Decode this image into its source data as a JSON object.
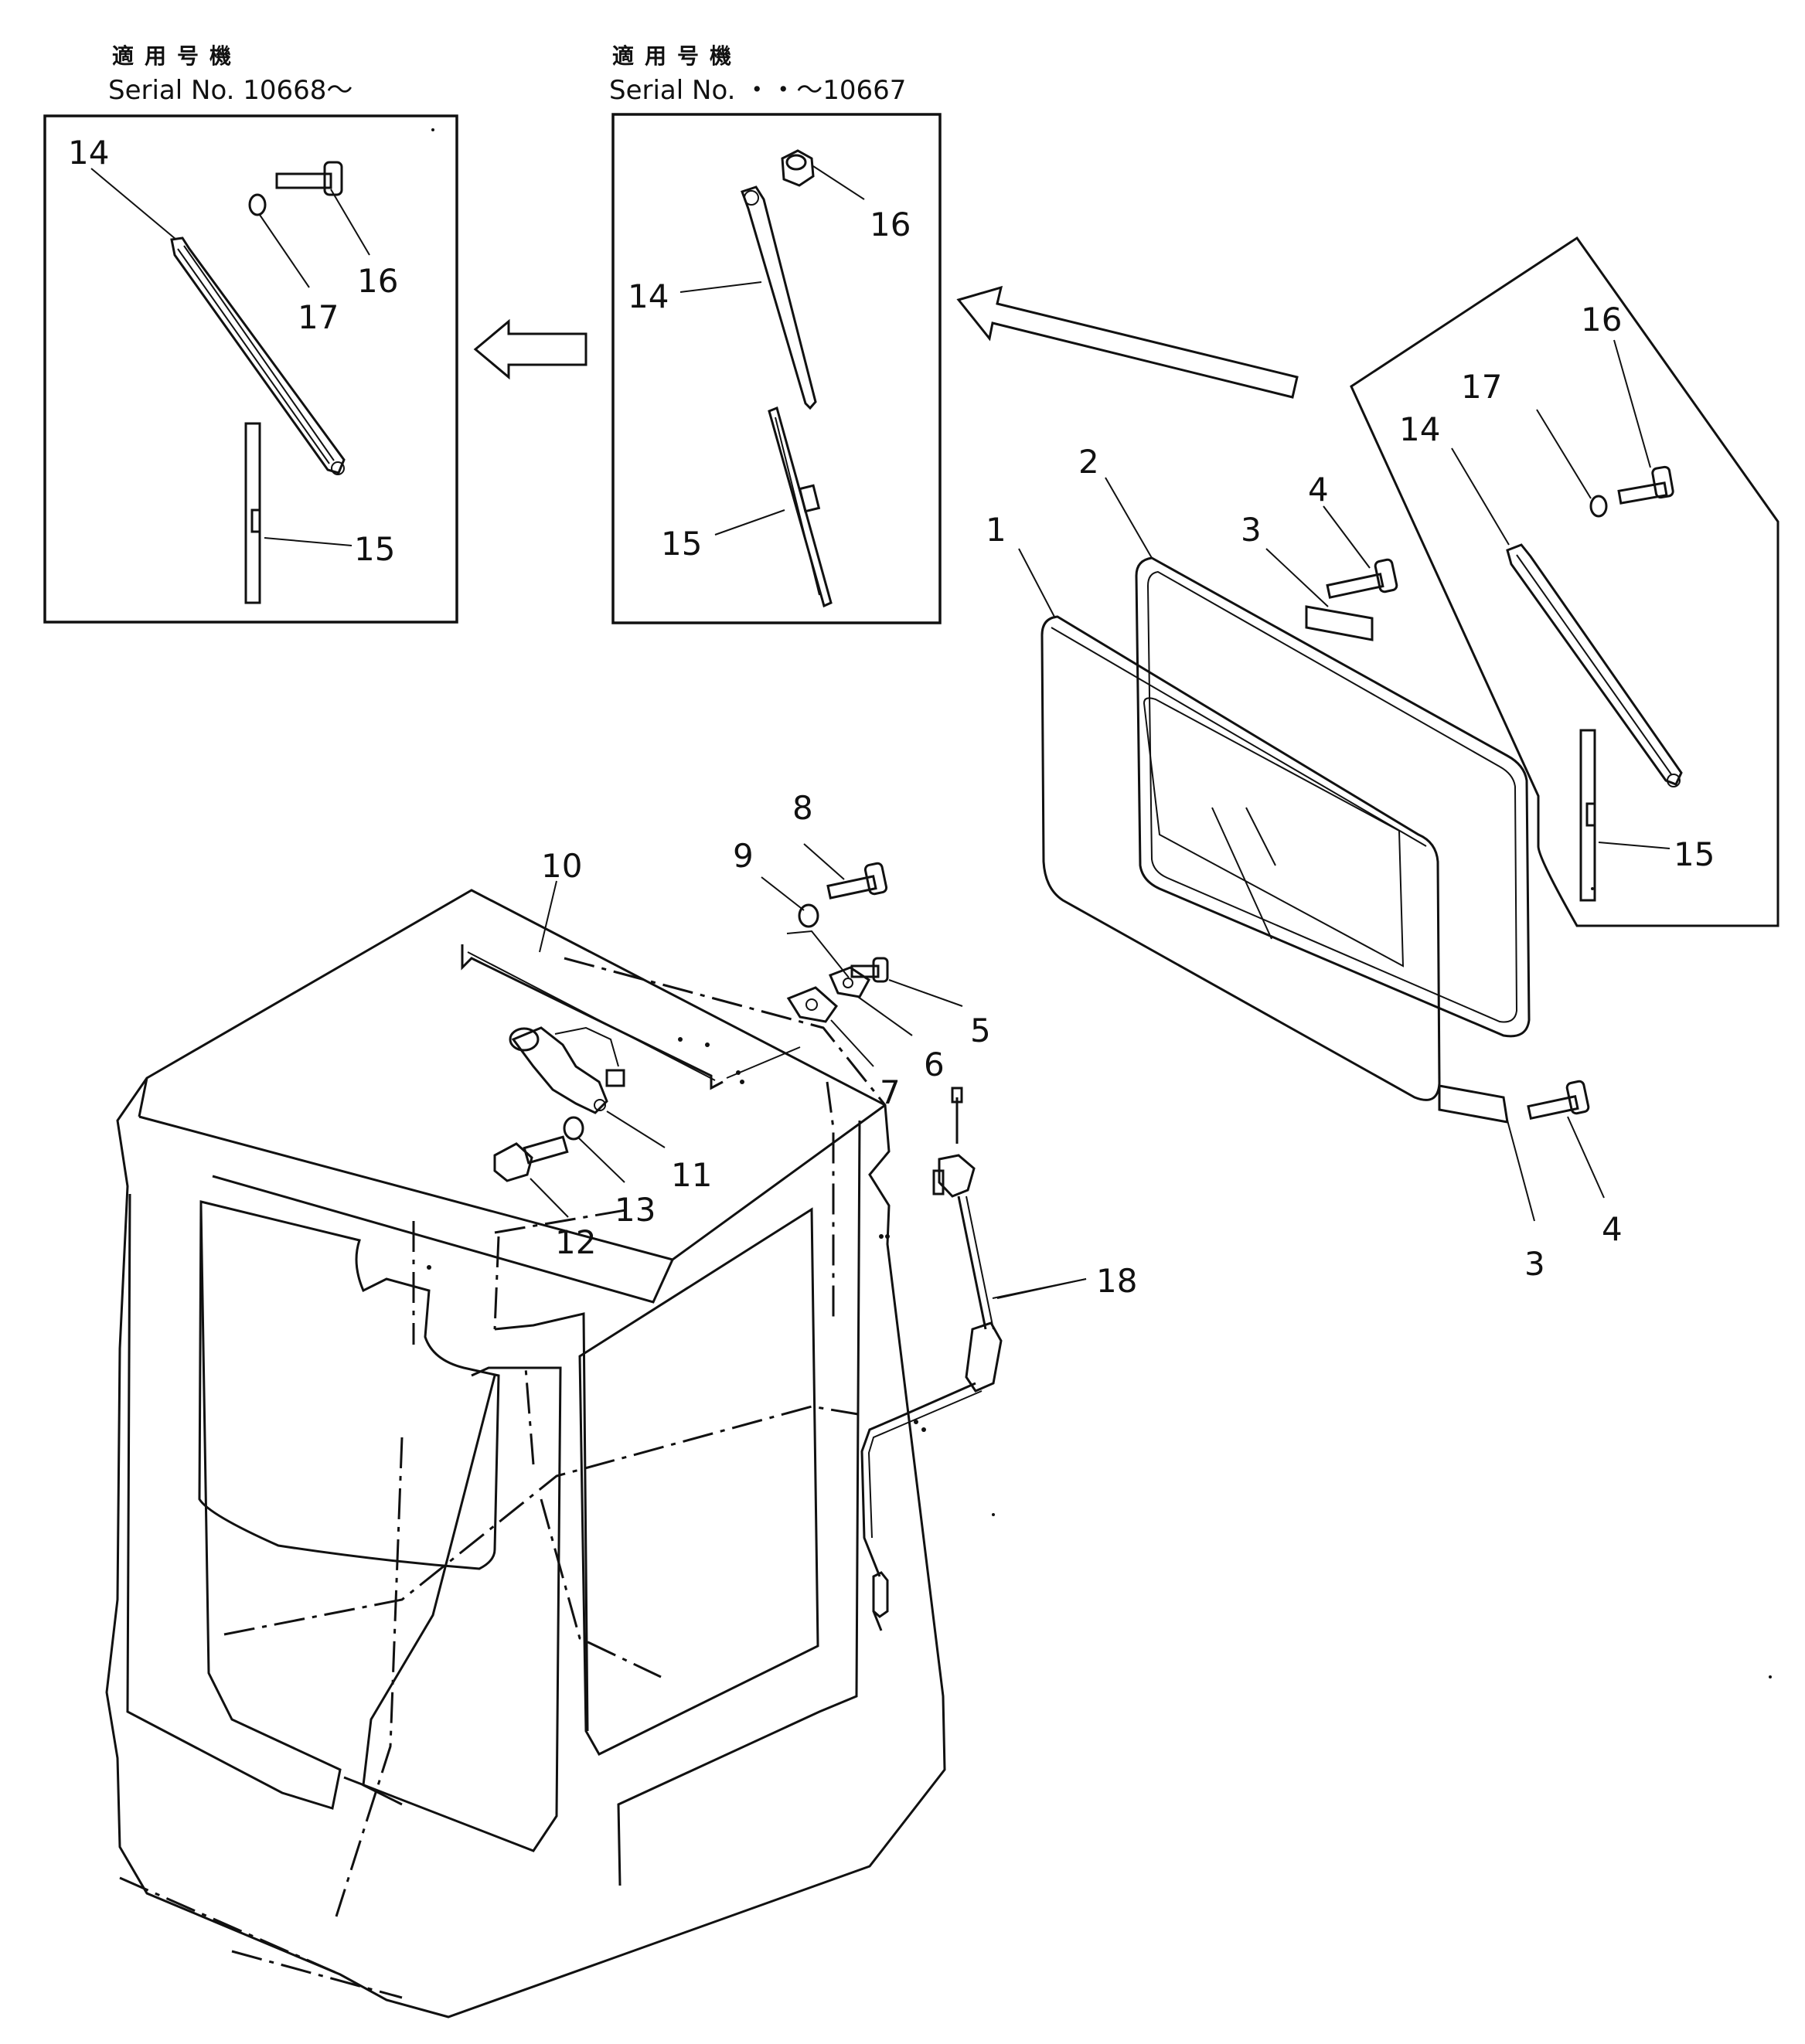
{
  "inset_left": {
    "header_jp": "適用号機",
    "header_serial": "Serial No. 10668～"
  },
  "inset_middle": {
    "header_jp": "適用号機",
    "header_serial": "Serial No. ・・～10667"
  },
  "labels": {
    "l1": "1",
    "l2": "2",
    "l3a": "3",
    "l3b": "3",
    "l4a": "4",
    "l4b": "4",
    "l5": "5",
    "l6": "6",
    "l7": "7",
    "l8": "8",
    "l9": "9",
    "l10": "10",
    "l11": "11",
    "l12": "12",
    "l13": "13",
    "l14a": "14",
    "l14b": "14",
    "l14c": "14",
    "l15a": "15",
    "l15b": "15",
    "l15c": "15",
    "l16a": "16",
    "l16b": "16",
    "l16c": "16",
    "l17a": "17",
    "l17b": "17",
    "l18": "18"
  }
}
